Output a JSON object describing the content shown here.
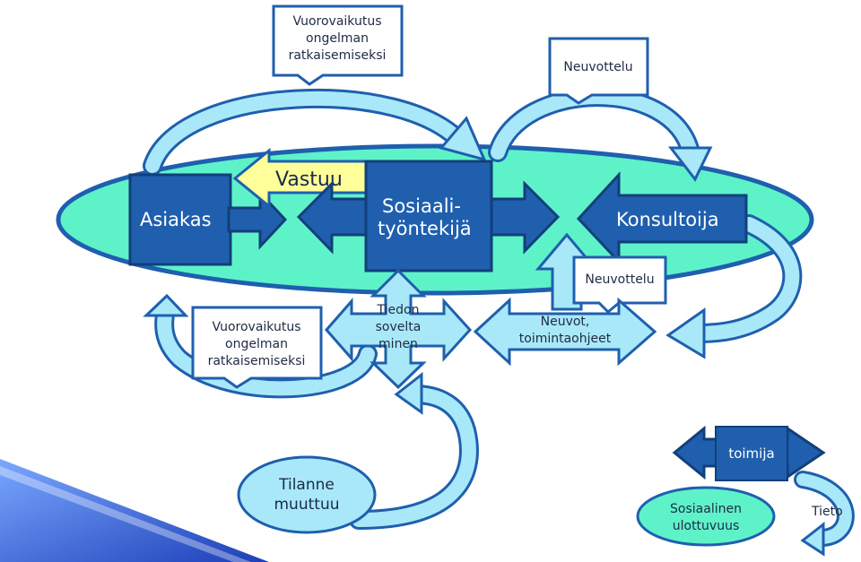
{
  "callouts": {
    "top_left": [
      "Vuorovaikutus",
      "ongelman",
      "ratkaisemiseksi"
    ],
    "top_right": "Neuvottelu",
    "mid_left": [
      "Vuorovaikutus",
      "ongelman",
      "ratkaisemiseksi"
    ],
    "mid_right": "Neuvottelu"
  },
  "boxes": {
    "asiakas": "Asiakas",
    "vastuu": "Vastuu",
    "sosiaalityontekija": [
      "Sosiaali-",
      "työntekijä"
    ],
    "konsultoija": "Konsultoija"
  },
  "arrows": {
    "tiedon_soveltaminen": [
      "Tiedon",
      "sovelta",
      "minen"
    ],
    "neuvot": [
      "Neuvot,",
      "toimintaohjeet"
    ],
    "toimija": "toimija",
    "tieto": "Tieto"
  },
  "ellipses": {
    "tilanne": [
      "Tilanne",
      "muuttuu"
    ],
    "sosiaalinen": [
      "Sosiaalinen",
      "ulottuvuus"
    ]
  },
  "colors": {
    "ellipse_fill": "#5ef2c9",
    "ellipse_stroke": "#1f5fae",
    "box_blue": "#1f5fae",
    "light_blue": "#a9e8f8",
    "vastuu_yellow": "#ffff99"
  }
}
